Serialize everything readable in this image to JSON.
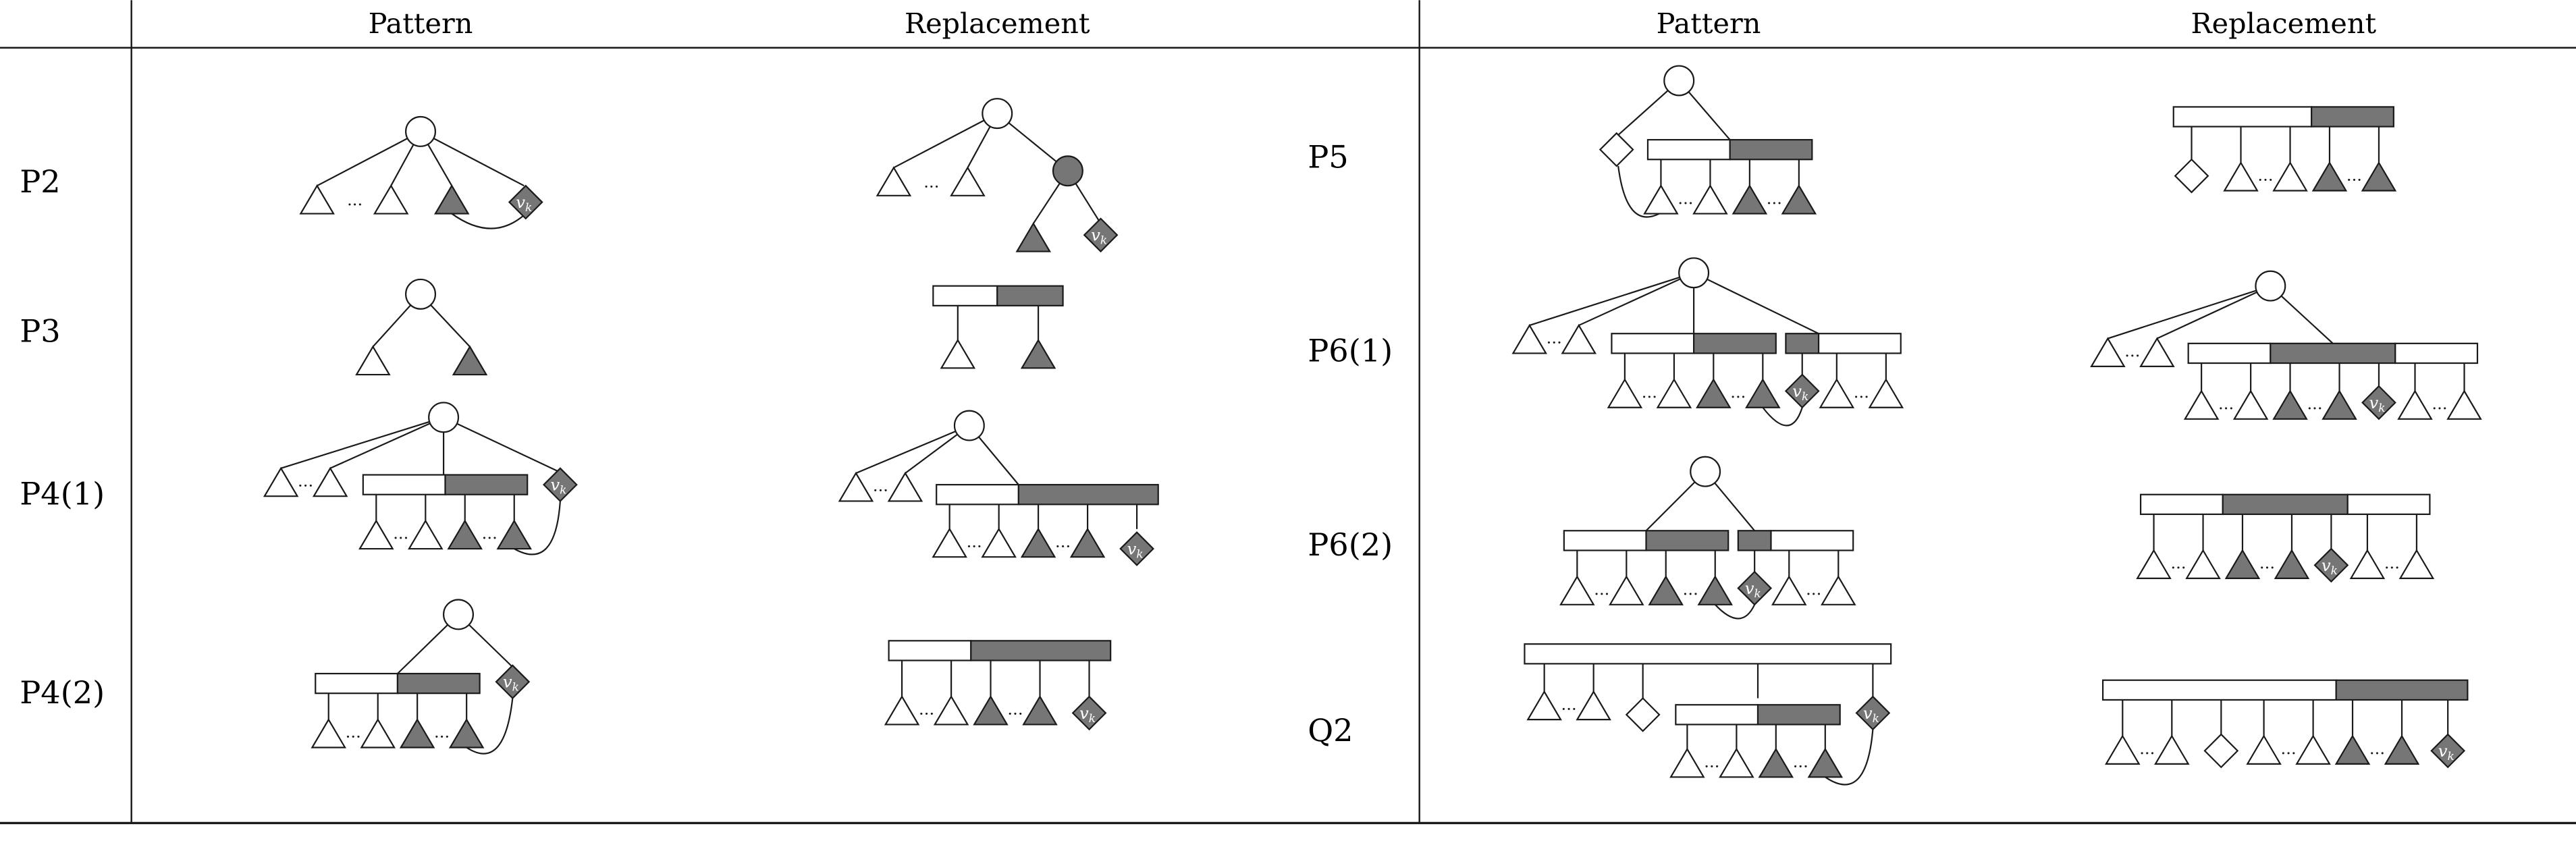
{
  "headers": {
    "left_pattern": "Pattern",
    "left_replacement": "Replacement",
    "right_pattern": "Pattern",
    "right_replacement": "Replacement"
  },
  "rows": {
    "p2": "P2",
    "p3": "P3",
    "p4_1": "P4(1)",
    "p4_2": "P4(2)",
    "p5": "P5",
    "p6_1": "P6(1)",
    "p6_2": "P6(2)",
    "q2": "Q2"
  },
  "node_labels": {
    "vk": "v",
    "vk_subscript": "k",
    "dots_inline": "···"
  },
  "colors": {
    "line": "#1a1a1a",
    "gray_fill": "#767676",
    "white_fill": "#ffffff"
  }
}
